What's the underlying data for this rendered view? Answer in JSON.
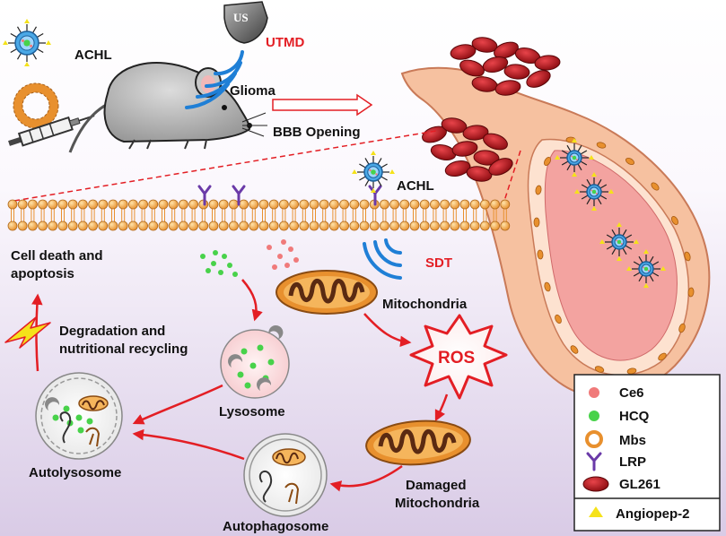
{
  "colors": {
    "red": "#e31e24",
    "background_gradient_bottom": "#d9cbe6",
    "membrane_head": "#f0a23c",
    "vessel": "#f6c1a0",
    "cell_red": "#c0141c",
    "ce6": "#f07a7a",
    "hcq": "#48d24a",
    "mbs": "#e8902e",
    "lrp": "#6a3aa8",
    "angiopep": "#f5e21a"
  },
  "labels": {
    "achl_top": "ACHL",
    "us": "US",
    "utmd": "UTMD",
    "glioma": "Glioma",
    "bbb": "BBB Opening",
    "achl_membrane": "ACHL",
    "cell_death_1": "Cell death and",
    "cell_death_2": "apoptosis",
    "sdt": "SDT",
    "mitochondria": "Mitochondria",
    "degradation_1": "Degradation and",
    "degradation_2": "nutritional recycling",
    "ros": "ROS",
    "lysosome": "Lysosome",
    "autolysosome": "Autolysosome",
    "autophagosome": "Autophagosome",
    "damaged_1": "Damaged",
    "damaged_2": "Mitochondria"
  },
  "legend": {
    "items": [
      {
        "label": "Ce6",
        "icon": "pink-dot-icon"
      },
      {
        "label": "HCQ",
        "icon": "green-dot-icon"
      },
      {
        "label": "Mbs",
        "icon": "orange-ring-icon"
      },
      {
        "label": "LRP",
        "icon": "purple-y-receptor-icon"
      },
      {
        "label": "GL261",
        "icon": "red-cell-icon"
      },
      {
        "label": "Angiopep-2",
        "icon": "yellow-triangle-icon"
      }
    ]
  }
}
